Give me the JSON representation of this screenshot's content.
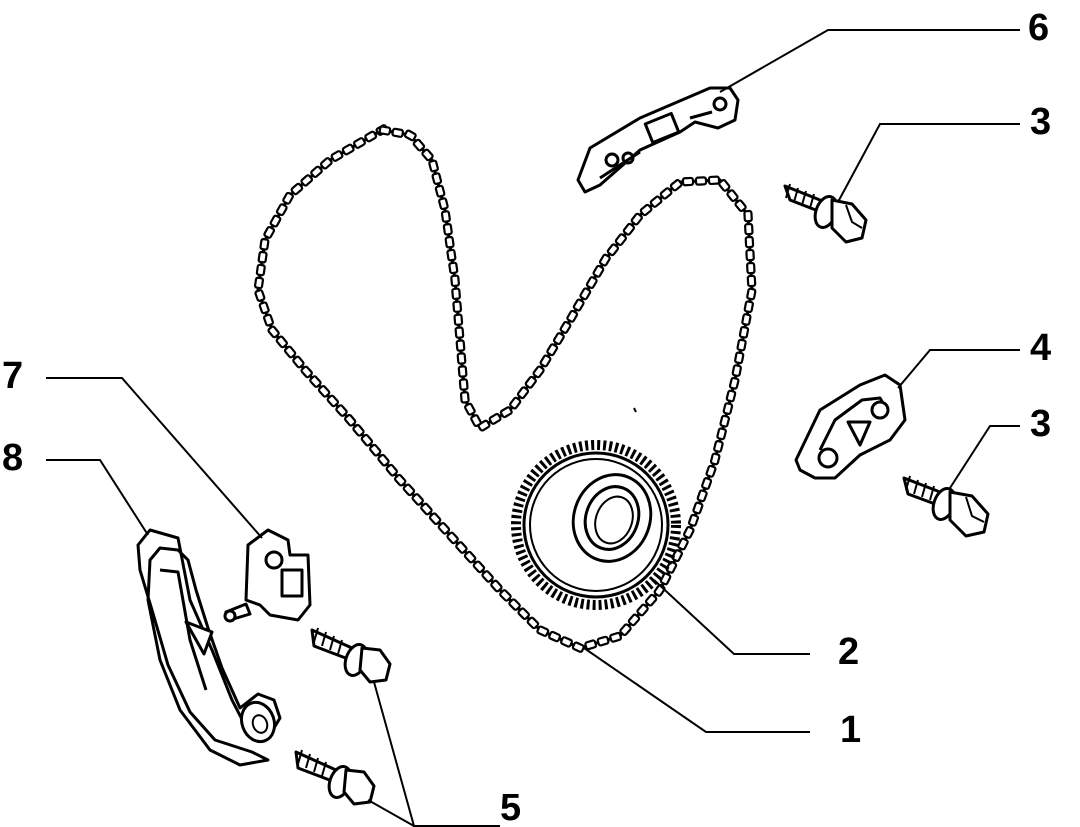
{
  "callouts": [
    {
      "id": "1",
      "label": "1"
    },
    {
      "id": "2",
      "label": "2"
    },
    {
      "id": "3a",
      "label": "3"
    },
    {
      "id": "3b",
      "label": "3"
    },
    {
      "id": "4",
      "label": "4"
    },
    {
      "id": "5",
      "label": "5"
    },
    {
      "id": "6",
      "label": "6"
    },
    {
      "id": "7",
      "label": "7"
    },
    {
      "id": "8",
      "label": "8"
    }
  ],
  "parts": {
    "chain": "timing-chain",
    "sprocket": "crankshaft-sprocket",
    "bolt": "bolt",
    "upper_guide": "upper-chain-guide",
    "right_guide": "right-chain-guide",
    "tensioner": "chain-tensioner",
    "tensioner_shoe": "tensioner-shoe"
  },
  "colors": {
    "ink": "#000000",
    "paper": "#ffffff"
  }
}
